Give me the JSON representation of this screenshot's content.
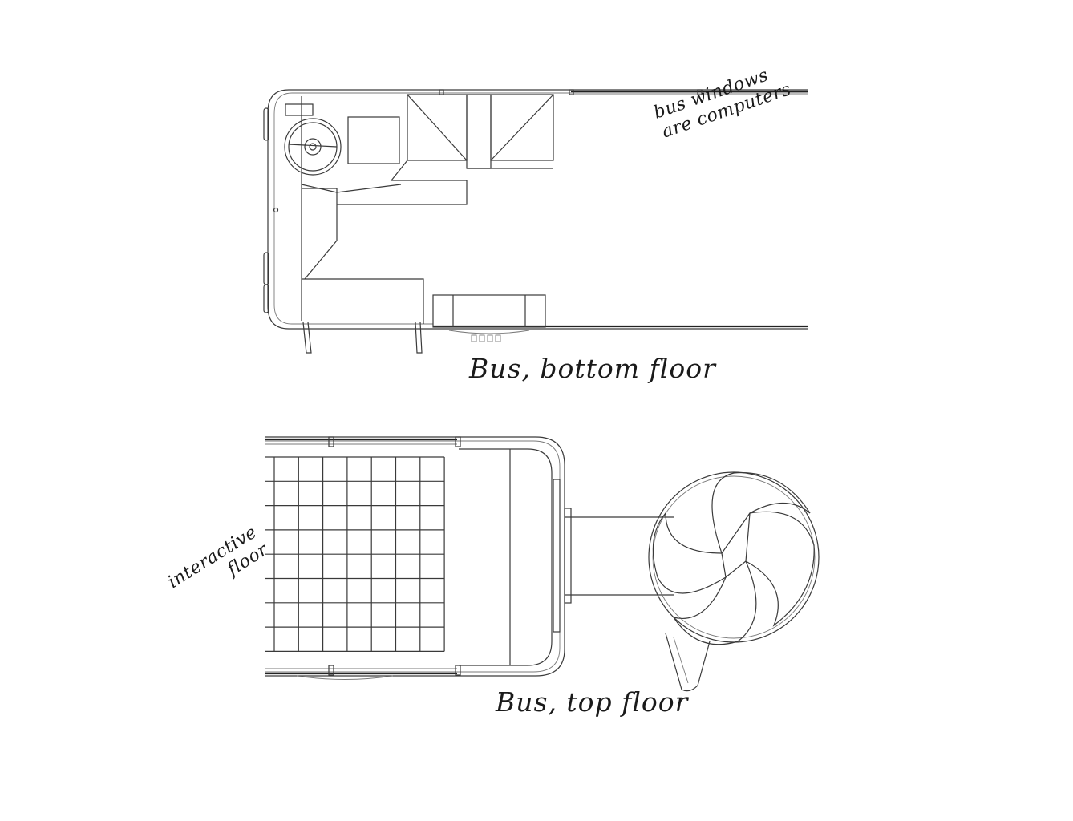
{
  "annotations": {
    "windows_line1": "bus windows",
    "windows_line2": "are computers",
    "floor_line1": "interactive",
    "floor_line2": "floor"
  },
  "captions": {
    "bottom": "Bus, bottom floor",
    "top": "Bus, top floor"
  },
  "colors": {
    "line": "#3a3a3a",
    "background": "#ffffff"
  }
}
